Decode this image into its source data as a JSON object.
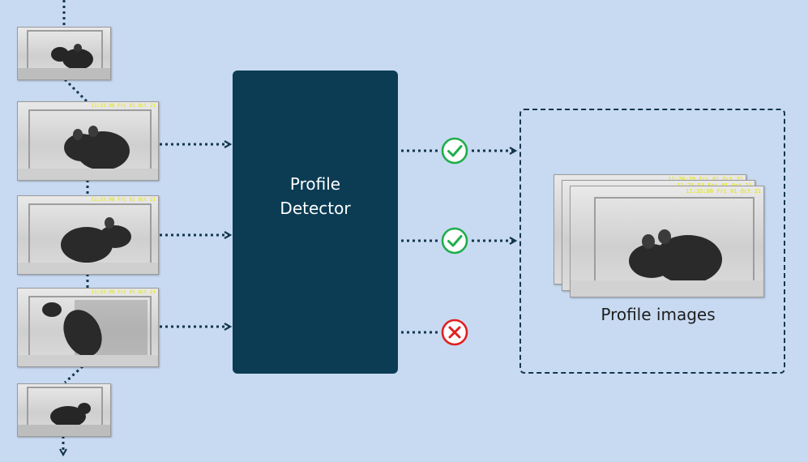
{
  "detector": {
    "label": "Profile\nDetector"
  },
  "output": {
    "label": "Profile images"
  },
  "frames": [
    {
      "stamp": ""
    },
    {
      "stamp": "11:33:08 Fri 01 Oct 21"
    },
    {
      "stamp": "11:33:08 Fri 01 Oct 21"
    },
    {
      "stamp": "11:33:08 Fri 01 Oct 21"
    },
    {
      "stamp": ""
    }
  ],
  "profile_stack": [
    {
      "stamp": "11:26:29 Fri 01 Oct 21"
    },
    {
      "stamp": "11:25:53 Fri 01 Oct 21"
    },
    {
      "stamp": "11:33:08 Fri 01 Oct 21"
    }
  ],
  "results": [
    {
      "status": "accepted",
      "icon": "check-circle-icon"
    },
    {
      "status": "accepted",
      "icon": "check-circle-icon"
    },
    {
      "status": "rejected",
      "icon": "x-circle-icon"
    }
  ],
  "colors": {
    "background": "#c8daf2",
    "detector": "#0b3c54",
    "arrow": "#14374d",
    "accept": "#1fae4b",
    "reject": "#e02020"
  }
}
